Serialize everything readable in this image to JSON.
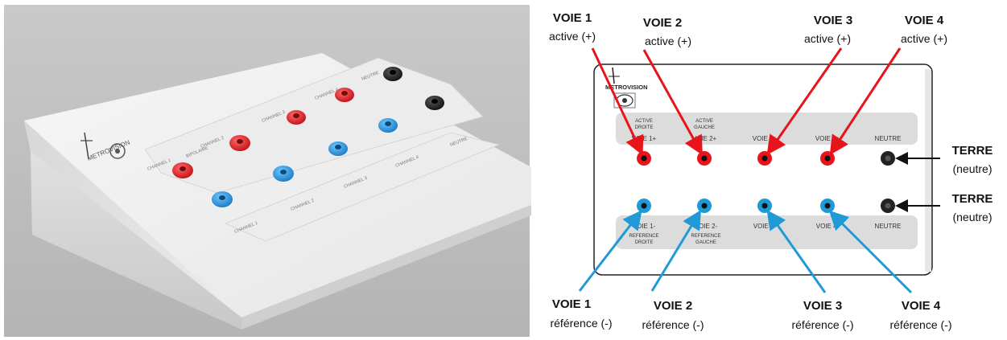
{
  "photo": {
    "brand": "METROVISION",
    "panel_texts": [
      "CHANNEL 1",
      "CHANNEL 2",
      "CHANNEL 3",
      "CHANNEL 4",
      "NEUTRE",
      "BIPOLAIRE",
      "CHANNEL 1",
      "CHANNEL 2",
      "CHANNEL 3",
      "CHANNEL 4",
      "NEUTRE"
    ]
  },
  "schematic": {
    "brand": "METROVISION",
    "top_strip": {
      "subs": [
        {
          "line1": "ACTIVE",
          "line2": "DROITE"
        },
        {
          "line1": "ACTIVE",
          "line2": "GAUCHE"
        }
      ],
      "labels": [
        "VOIE 1+",
        "VOIE 2+",
        "VOIE 3+",
        "VOIE 4+",
        "NEUTRE"
      ]
    },
    "bottom_strip": {
      "labels": [
        "VOIE 1-",
        "VOIE 2-",
        "VOIE 3-",
        "VOIE 4-",
        "NEUTRE"
      ],
      "subs": [
        {
          "line1": "REFERENCE",
          "line2": "DROITE"
        },
        {
          "line1": "REFERENCE",
          "line2": "GAUCHE"
        }
      ]
    }
  },
  "callouts": {
    "top": [
      {
        "title": "VOIE 1",
        "sub": "active (+)"
      },
      {
        "title": "VOIE 2",
        "sub": "active (+)"
      },
      {
        "title": "VOIE 3",
        "sub": "active (+)"
      },
      {
        "title": "VOIE 4",
        "sub": "active (+)"
      }
    ],
    "bottom": [
      {
        "title": "VOIE 1",
        "sub": "référence (-)"
      },
      {
        "title": "VOIE 2",
        "sub": "référence (-)"
      },
      {
        "title": "VOIE 3",
        "sub": "référence (-)"
      },
      {
        "title": "VOIE 4",
        "sub": "référence (-)"
      }
    ],
    "ground": [
      {
        "title": "TERRE",
        "sub": "(neutre)"
      },
      {
        "title": "TERRE",
        "sub": "(neutre)"
      }
    ]
  },
  "colors": {
    "red": "#e8141c",
    "blue": "#1f9ad6",
    "black": "#1a1a1a",
    "strip": "#dcdcdc"
  }
}
